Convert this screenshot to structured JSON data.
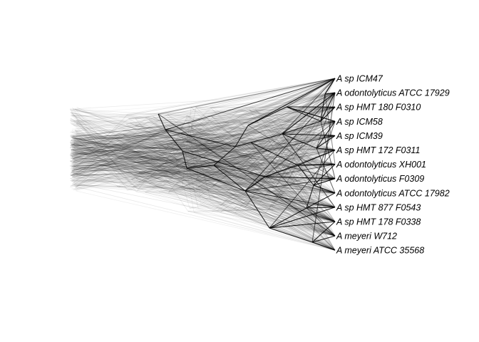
{
  "figure": {
    "type": "densitree",
    "line_color": "#000000",
    "background": "#ffffff",
    "taxa": [
      "A sp ICM47",
      "A odontolyticus ATCC 17929",
      "A sp HMT 180 F0310",
      "A sp ICM58",
      "A sp ICM39",
      "A sp HMT 172 F0311",
      "A odontolyticus XH001",
      "A odontolyticus F0309",
      "A odontolyticus ATCC 17982",
      "A sp HMT 877 F0543",
      "A sp HMT 178 F0338",
      "A meyeri W712",
      "A meyeri ATCC 35568"
    ]
  }
}
